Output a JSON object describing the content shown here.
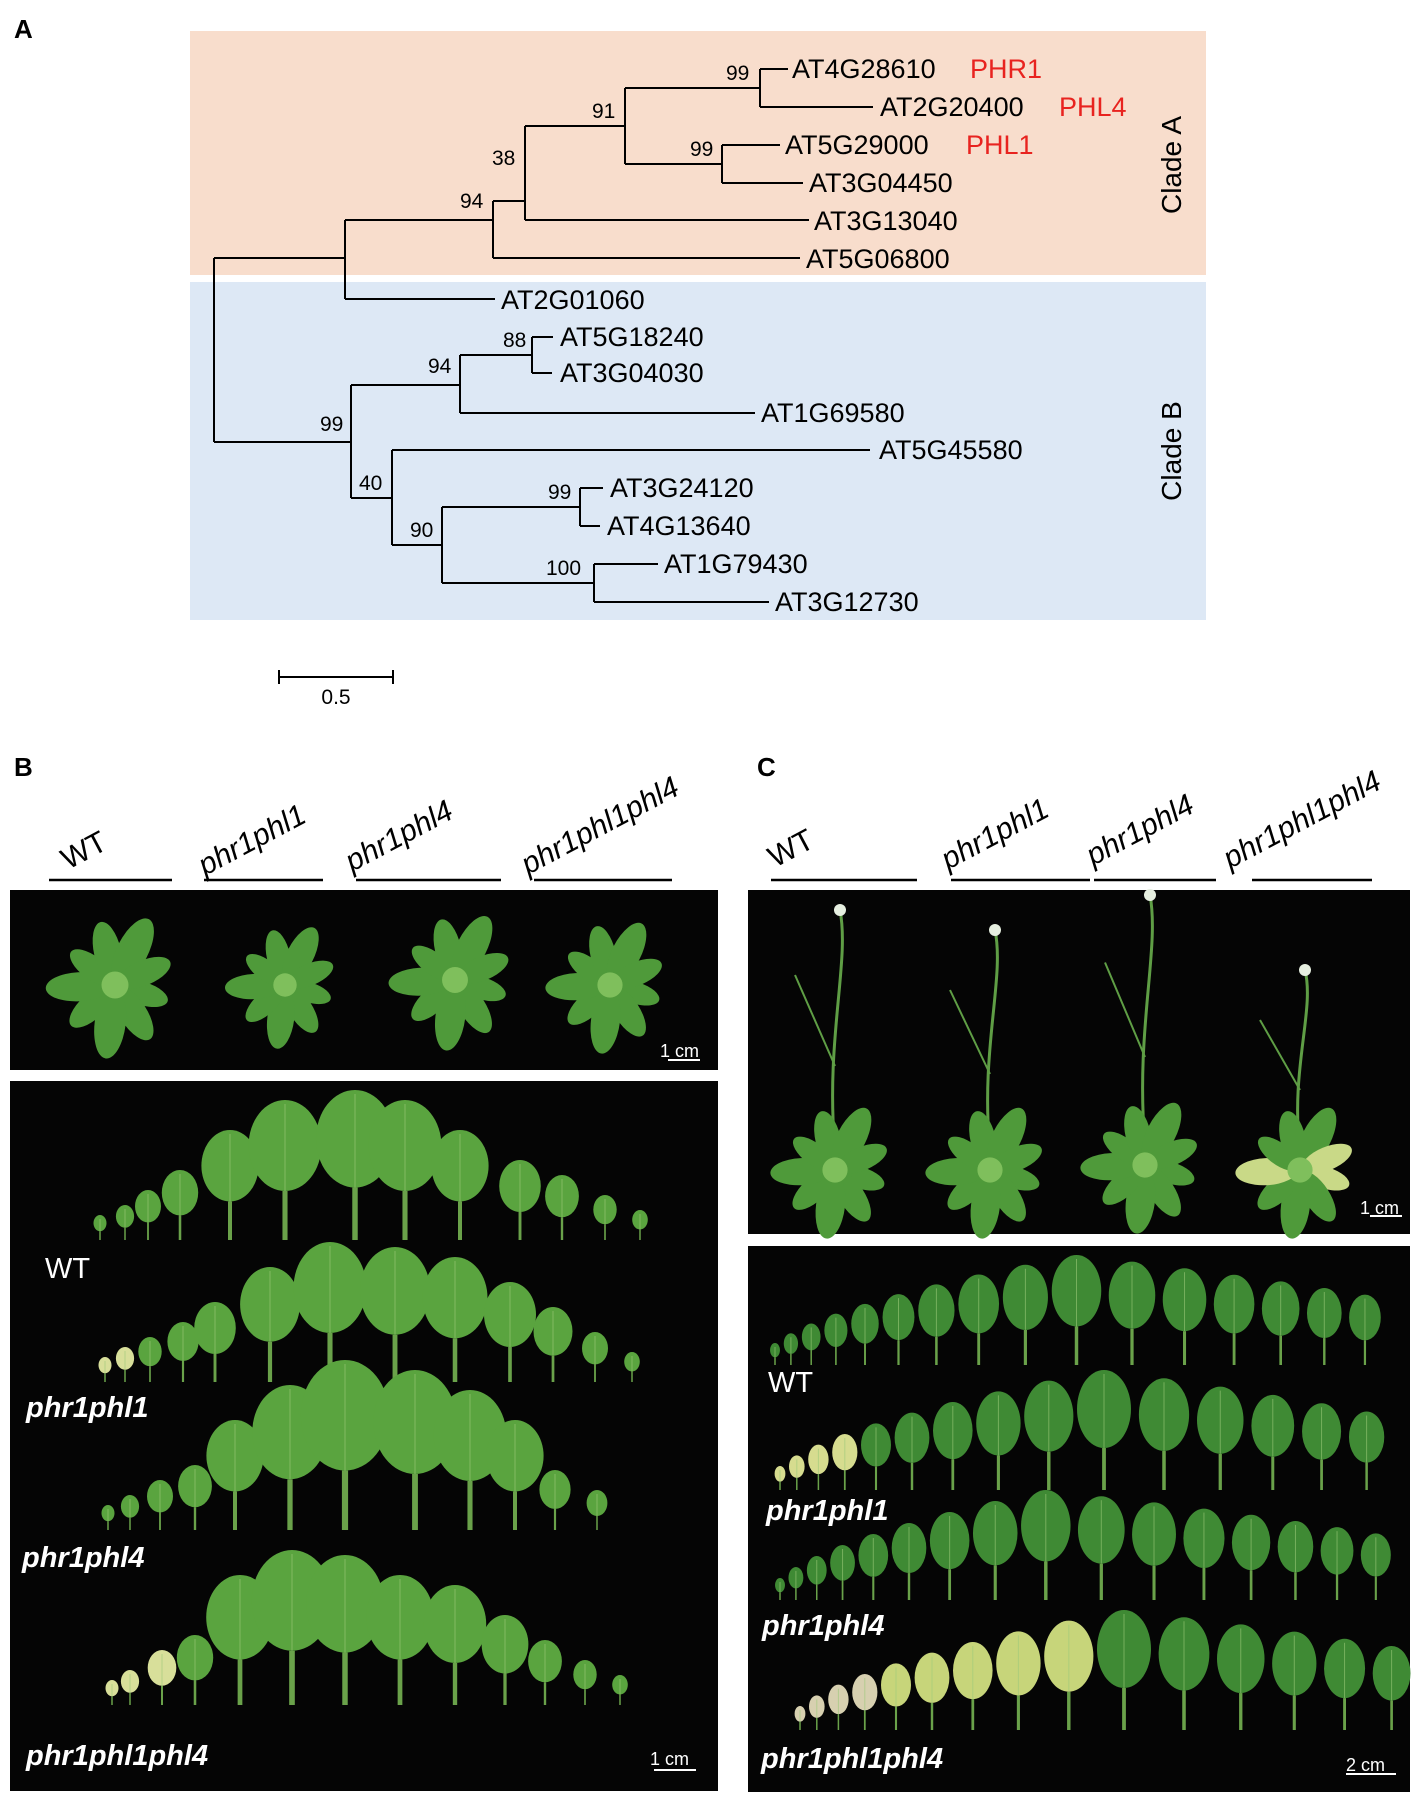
{
  "panels": {
    "a_label": "A",
    "b_label": "B",
    "c_label": "C"
  },
  "tree": {
    "clade_a": "Clade A",
    "clade_b": "Clade B",
    "clade_a_color": "#f8ddcc",
    "clade_b_color": "#dde8f5",
    "highlight_color": "#e8231f",
    "scale_label": "0.5",
    "tips": [
      {
        "id": "AT4G28610",
        "highlight": "PHR1"
      },
      {
        "id": "AT2G20400",
        "highlight": "PHL4"
      },
      {
        "id": "AT5G29000",
        "highlight": "PHL1"
      },
      {
        "id": "AT3G04450",
        "highlight": ""
      },
      {
        "id": "AT3G13040",
        "highlight": ""
      },
      {
        "id": "AT5G06800",
        "highlight": ""
      },
      {
        "id": "AT2G01060",
        "highlight": ""
      },
      {
        "id": "AT5G18240",
        "highlight": ""
      },
      {
        "id": "AT3G04030",
        "highlight": ""
      },
      {
        "id": "AT1G69580",
        "highlight": ""
      },
      {
        "id": "AT5G45580",
        "highlight": ""
      },
      {
        "id": "AT3G24120",
        "highlight": ""
      },
      {
        "id": "AT4G13640",
        "highlight": ""
      },
      {
        "id": "AT1G79430",
        "highlight": ""
      },
      {
        "id": "AT3G12730",
        "highlight": ""
      }
    ],
    "bootstrap": [
      "99",
      "91",
      "99",
      "38",
      "94",
      "88",
      "94",
      "99",
      "40",
      "99",
      "90",
      "100"
    ]
  },
  "panel_b": {
    "genotypes": [
      "WT",
      "phr1phl1",
      "phr1phl4",
      "phr1phl1phl4"
    ],
    "top_scale": "1 cm",
    "bottom_scale": "1 cm",
    "rows": [
      "WT",
      "phr1phl1",
      "phr1phl4",
      "phr1phl1phl4"
    ]
  },
  "panel_c": {
    "genotypes": [
      "WT",
      "phr1phl1",
      "phr1phl4",
      "phr1phl1phl4"
    ],
    "top_scale": "1 cm",
    "bottom_scale": "2 cm",
    "rows": [
      "WT",
      "phr1phl1",
      "phr1phl4",
      "phr1phl1phl4"
    ]
  }
}
